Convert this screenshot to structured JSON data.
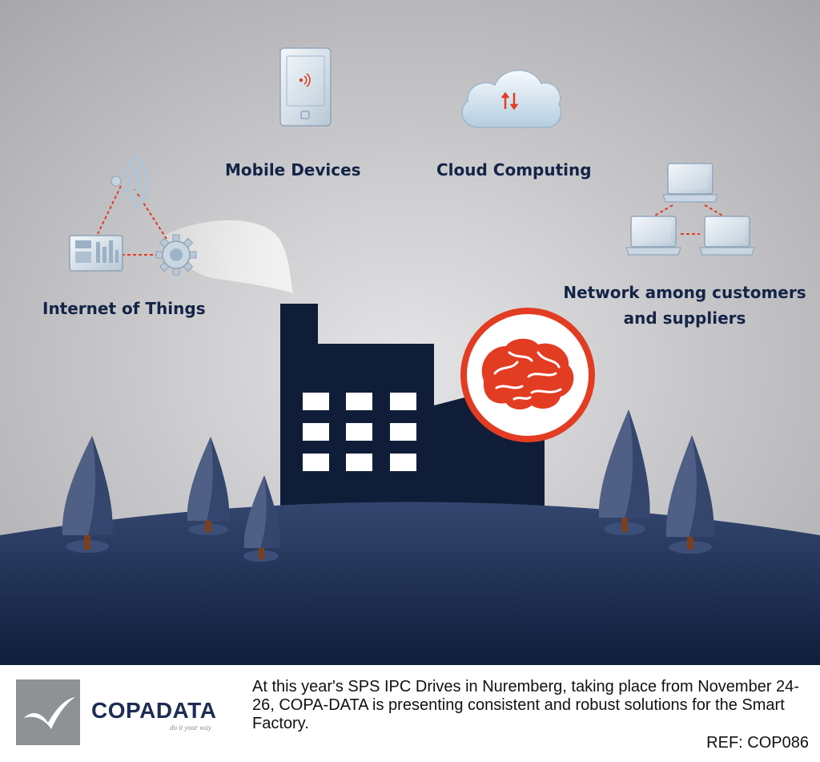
{
  "labels": {
    "iot": "Internet of Things",
    "mobile": "Mobile Devices",
    "cloud": "Cloud Computing",
    "network_line1": "Network among customers",
    "network_line2": "and suppliers"
  },
  "footer": {
    "logo_text": "COPADATA",
    "logo_tagline": "do it your way",
    "caption": "At this year's SPS IPC Drives in Nuremberg, taking place from November 24-26, COPA-DATA is presenting consistent and robust solutions for the Smart Factory.",
    "ref": "REF: COP086"
  },
  "colors": {
    "navy": "#142447",
    "factory": "#0f1d38",
    "accent": "#e23c22",
    "tree": "#4f5f85"
  },
  "icons": [
    "wifi-icon",
    "control-panel-icon",
    "gear-icon",
    "tablet-icon",
    "cloud-icon",
    "laptop-icon",
    "brain-icon",
    "tree-icon",
    "factory-icon",
    "smoke-icon",
    "seagull-icon"
  ]
}
